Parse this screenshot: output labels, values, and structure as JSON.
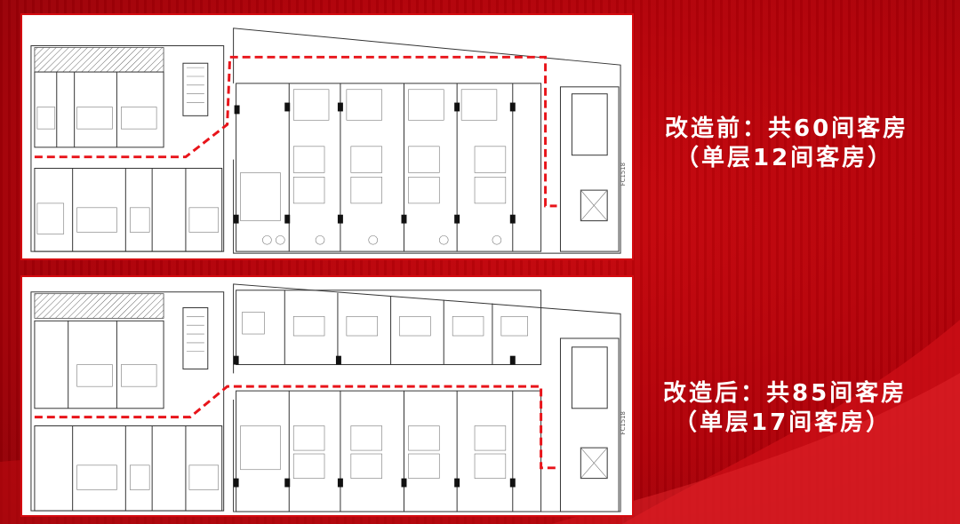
{
  "before": {
    "title": "改造前：共60间客房",
    "subtitle": "（单层12间客房）",
    "plan_label": "FC1518"
  },
  "after": {
    "title": "改造后：共85间客房",
    "subtitle": "（单层17间客房）",
    "plan_label": "FC1518"
  },
  "colors": {
    "background": "#b00008",
    "route": "#e8141a",
    "panel": "#ffffff"
  }
}
